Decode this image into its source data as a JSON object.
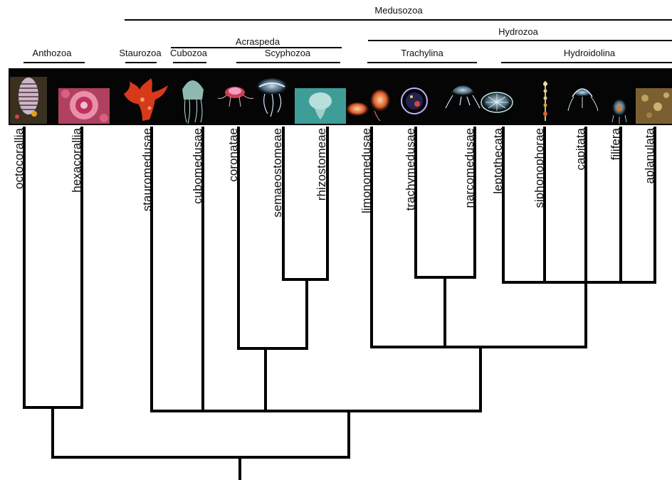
{
  "groups": {
    "medusozoa": "Medusozoa",
    "hydrozoa": "Hydrozoa",
    "anthozoa": "Anthozoa",
    "staurozoa": "Staurozoa",
    "acraspeda": "Acraspeda",
    "cubozoa": "Cubozoa",
    "scyphozoa": "Scyphozoa",
    "trachylina": "Trachylina",
    "hydroidolina": "Hydroidolina"
  },
  "taxa": [
    "octocorallia",
    "hexacorallia",
    "stauromedusae",
    "cubomedusae",
    "coronatae",
    "semaeostomeae",
    "rhizostomeae",
    "limonomedusae",
    "trachymedusae",
    "narcomedusae",
    "leptothecata",
    "siphonophorae",
    "capitata",
    "filifera",
    "aplanulata"
  ],
  "colors": {
    "photo_strip": "#050505",
    "lines": "#000000"
  }
}
